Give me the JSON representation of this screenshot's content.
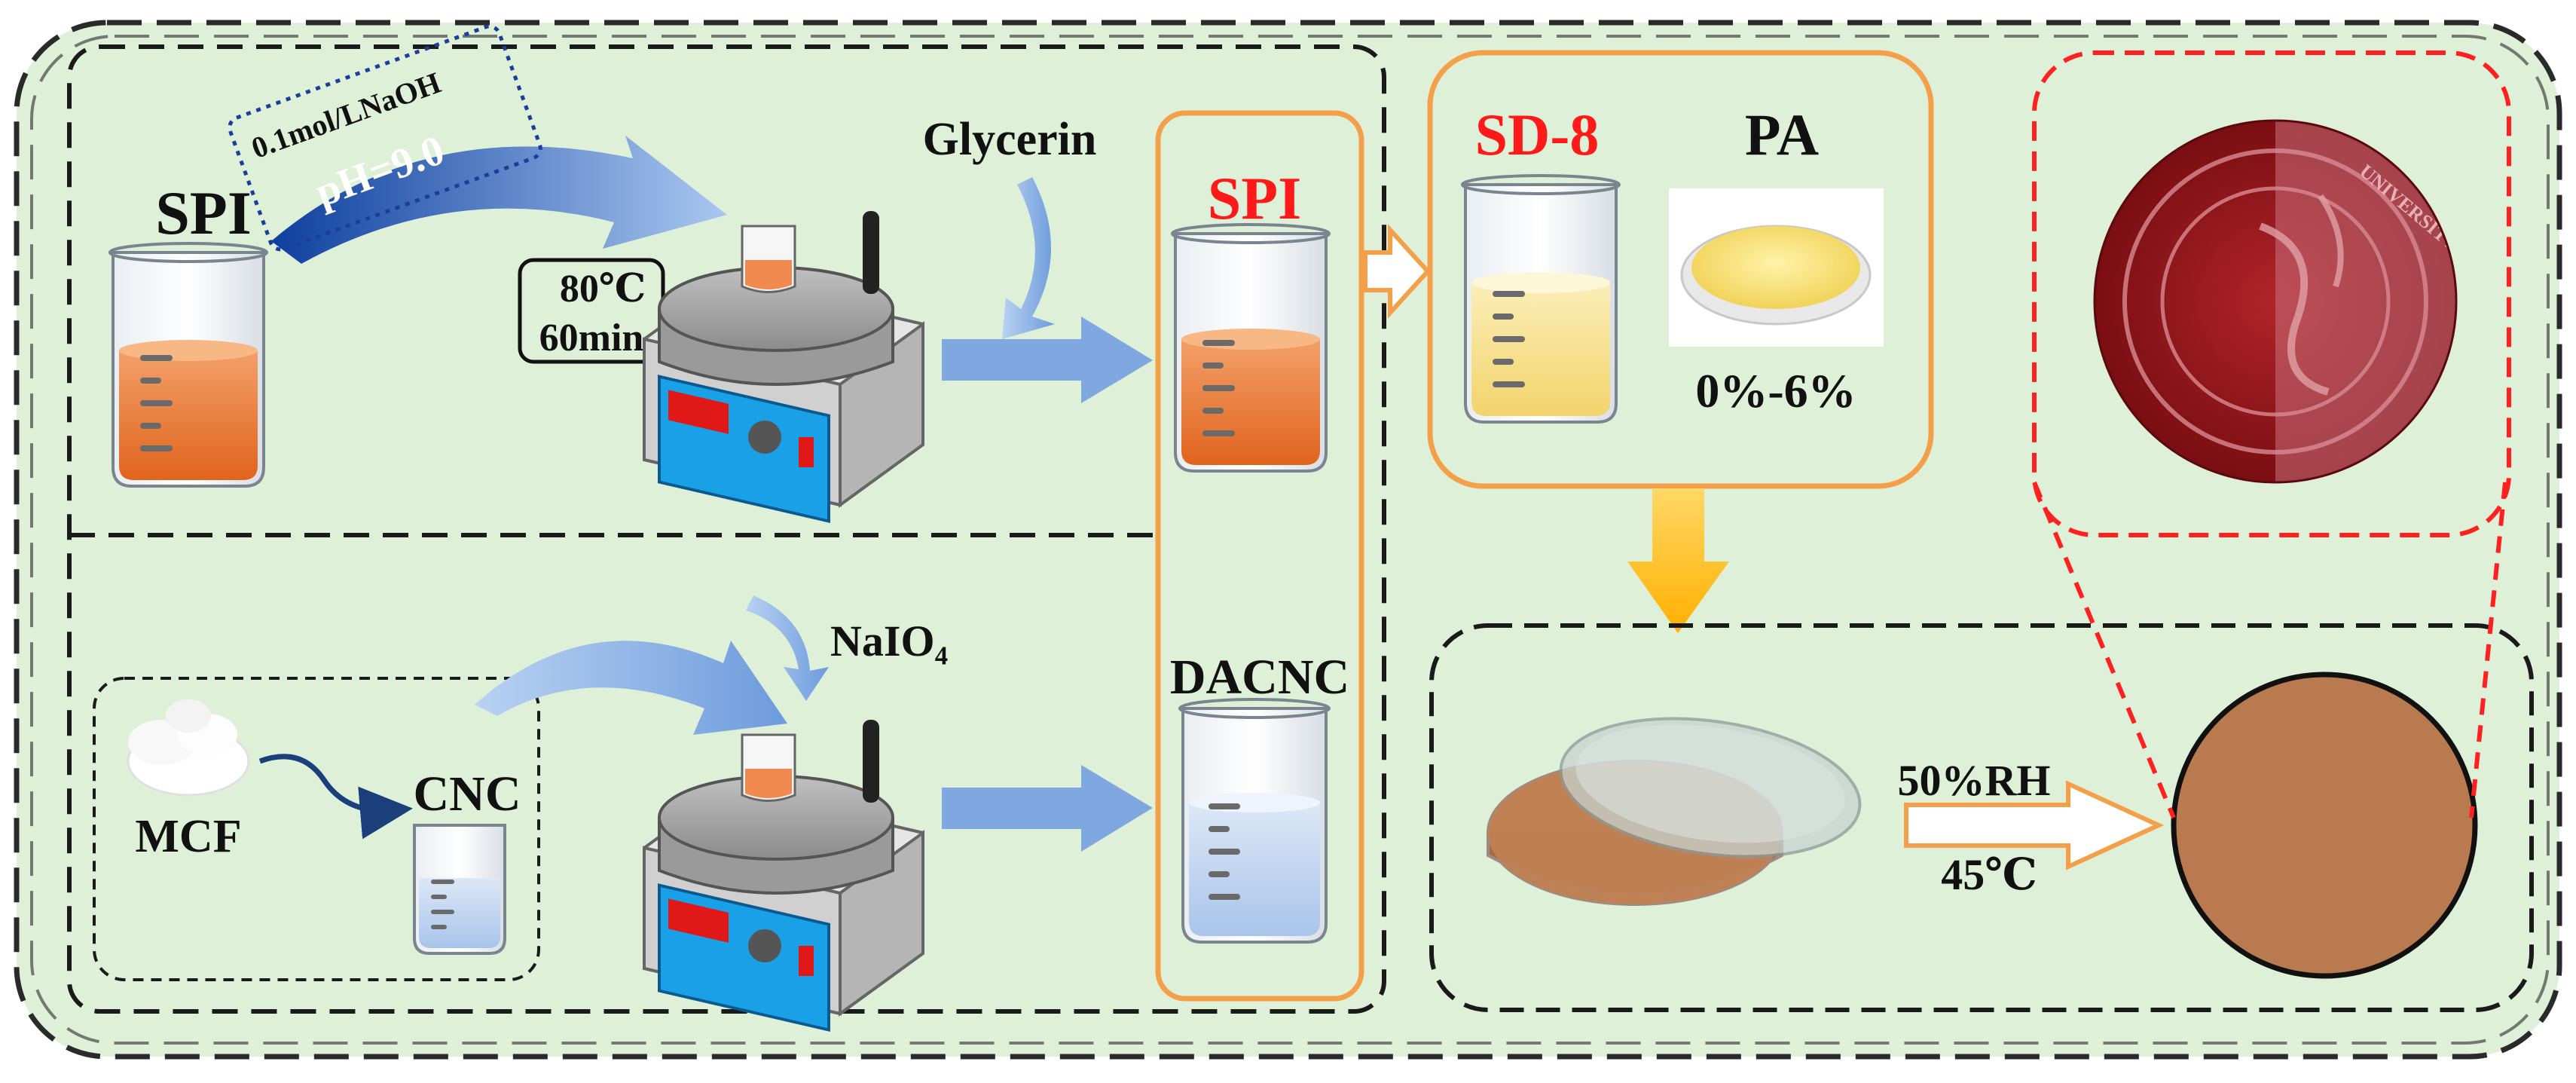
{
  "colors": {
    "background_panel": "#dff0d8",
    "border_dark": "#1a1a1a",
    "orange": "#f4a04a",
    "red_text": "#ff1a1a",
    "red_dash": "#ff2020",
    "blue_arrow": "#7fa8e0",
    "dark_blue_arrow": "#1a4fa8",
    "orange_liquid": "#e8762a",
    "yellow_liquid": "#f7e39a",
    "film_color": "#b87a4e",
    "yellow_arrow": "#ffc000"
  },
  "labels": {
    "spi_left": "SPI",
    "naoh": "0.1mol/LNaOH",
    "ph": "pH=9.0",
    "temp1": "80℃",
    "time1": "60min",
    "glycerin": "Glycerin",
    "spi_column": "SPI",
    "dacnc": "DACNC",
    "sd8": "SD-8",
    "pa": "PA",
    "pa_range": "0%-6%",
    "naio4": "NaIO₄",
    "mcf": "MCF",
    "cnc": "CNC",
    "rh": "50%RH",
    "temp2": "45℃"
  },
  "logo": {
    "seal_text": "UNIVERSITY"
  }
}
